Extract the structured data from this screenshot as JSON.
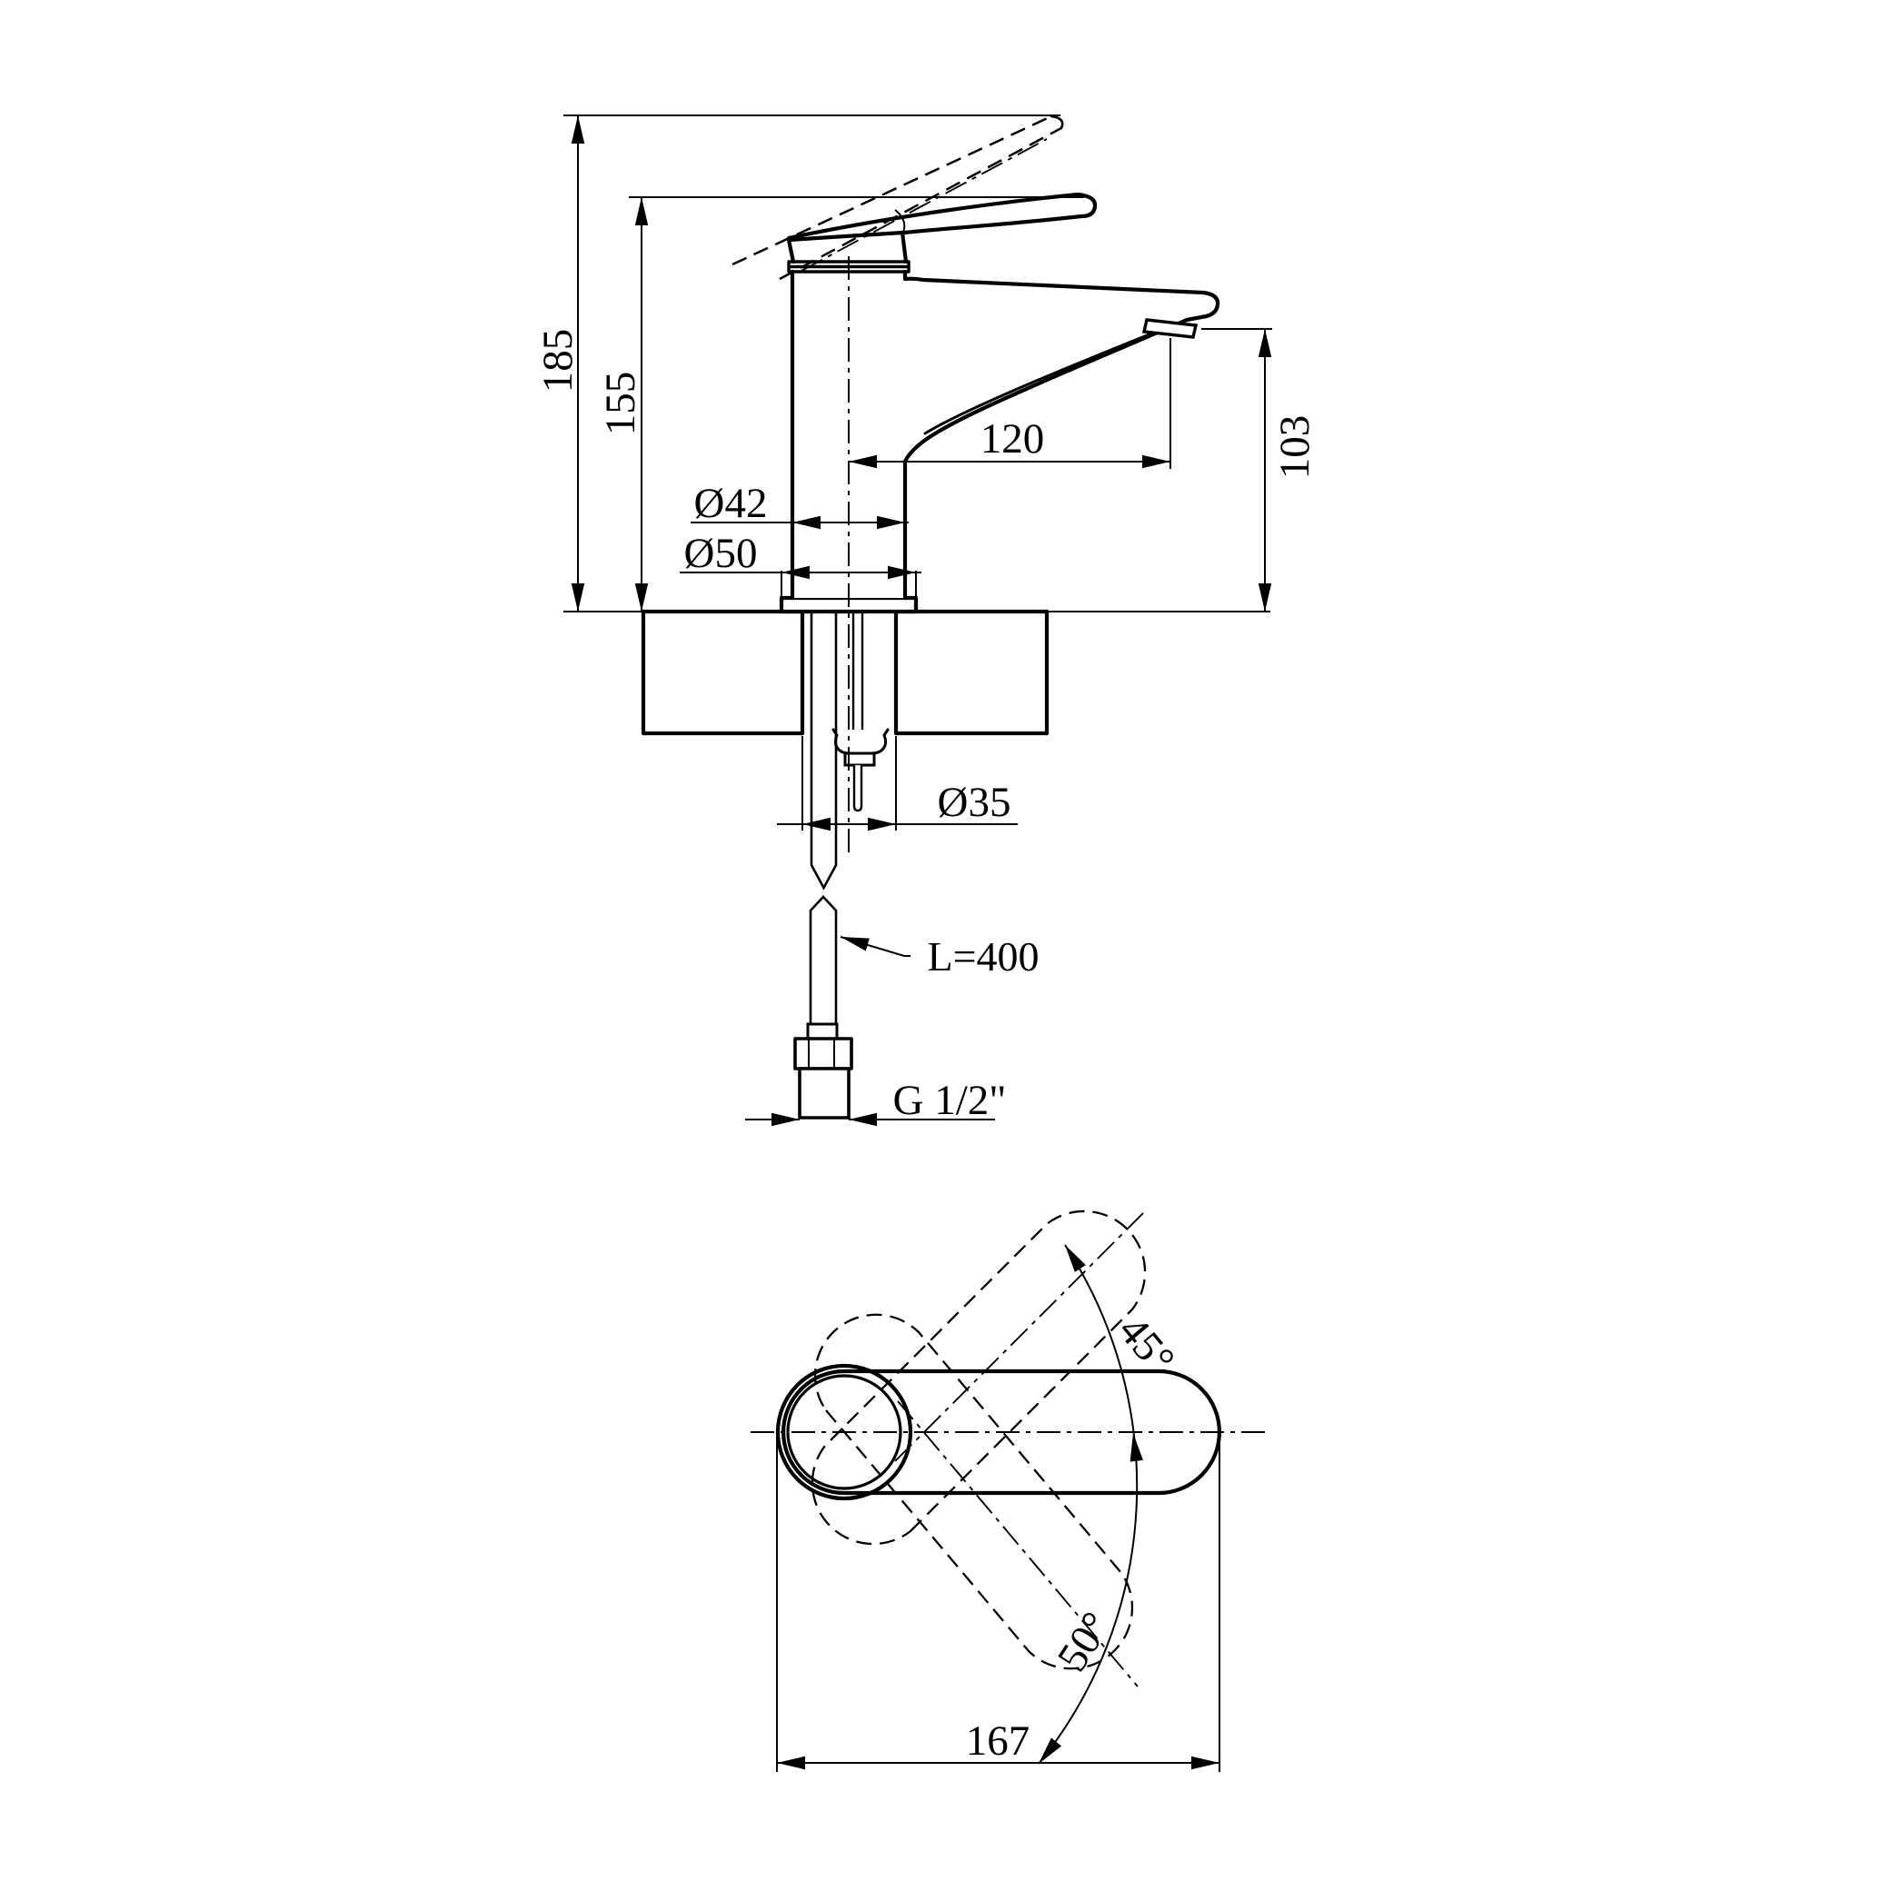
{
  "canvas": {
    "background": "#ffffff",
    "ink": "#000000"
  },
  "side_view": {
    "name": "basin mixer installation drawing - elevation with counter section",
    "dimensions": {
      "total_height": "185",
      "body_height": "155",
      "spout_reach": "120",
      "spout_height": "103",
      "body_diameter": "Ø42",
      "base_diameter": "Ø50",
      "cutout_diameter": "Ø35",
      "hose_length": "L=400",
      "connection_thread": "G 1/2\""
    }
  },
  "top_view": {
    "name": "plan view - handle swivel range",
    "dimensions": {
      "handle_angle_up": "45°",
      "handle_angle_down": "50°",
      "overall_length": "167"
    }
  }
}
